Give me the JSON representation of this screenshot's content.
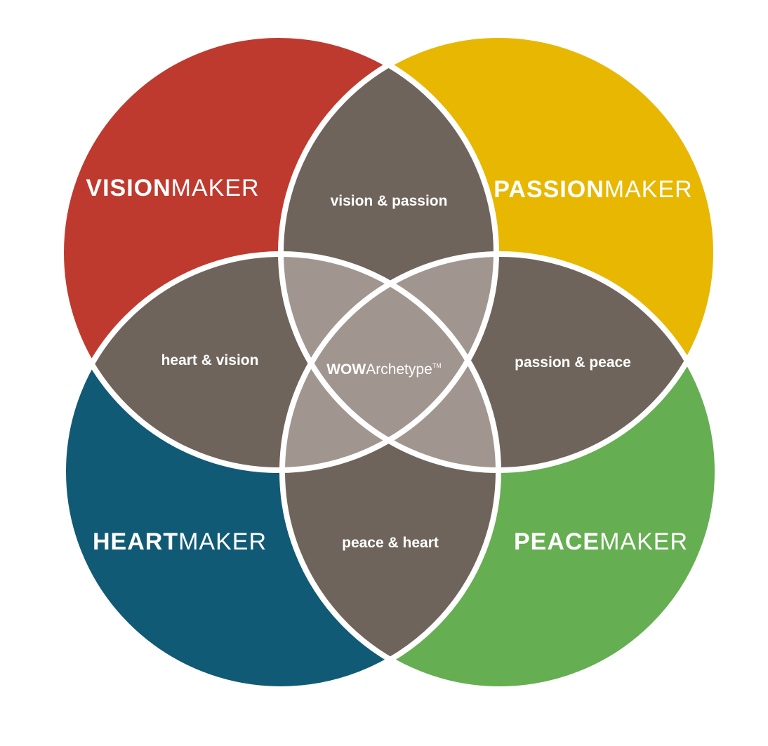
{
  "makers": {
    "vision": {
      "bold": "VISION",
      "light": "MAKER",
      "color": "#bf3a2e"
    },
    "passion": {
      "bold": "PASSION",
      "light": "MAKER",
      "color": "#e7b702"
    },
    "heart": {
      "bold": "HEART",
      "light": "MAKER",
      "color": "#115a75"
    },
    "peace": {
      "bold": "PEACE",
      "light": "MAKER",
      "color": "#65ae51"
    }
  },
  "pairs": {
    "vision_passion": "vision & passion",
    "heart_vision": "heart & vision",
    "passion_peace": "passion & peace",
    "peace_heart": "peace & heart"
  },
  "center": {
    "bold": "WOW",
    "light": "Archetype",
    "tm": "TM"
  },
  "colors": {
    "pair_overlap": "#6f645b",
    "center_overlap": "#a1958f",
    "outline": "#ffffff"
  }
}
